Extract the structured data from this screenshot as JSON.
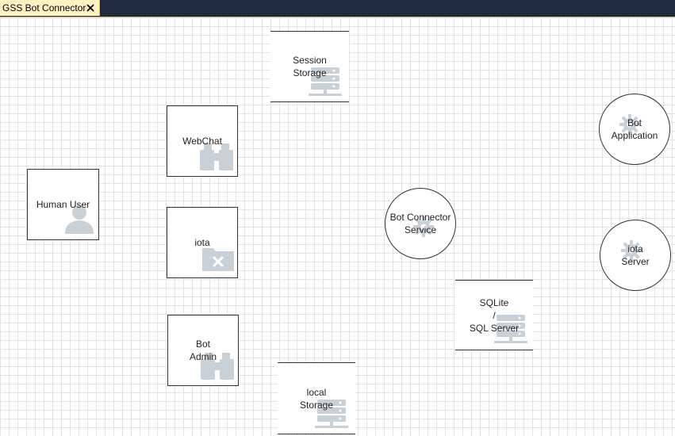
{
  "tab": {
    "title": "GSS Bot Connector",
    "close_icon": "close-icon"
  },
  "diagram": {
    "nodes": {
      "human_user": {
        "label": "Human User",
        "shape": "box",
        "icon": "user-icon"
      },
      "webchat": {
        "label": "WebChat",
        "shape": "box",
        "icon": "binoculars-icon"
      },
      "iota": {
        "label": "iota",
        "shape": "box",
        "icon": "folder-x-icon"
      },
      "bot_admin": {
        "label": "Bot\nAdmin",
        "shape": "box",
        "icon": "binoculars-icon"
      },
      "session_storage": {
        "label": "Session\nStorage",
        "shape": "datastore",
        "icon": "server-icon"
      },
      "local_storage": {
        "label": "local\nStorage",
        "shape": "datastore",
        "icon": "server-icon"
      },
      "bot_connector_service": {
        "label": "Bot Connector\nService",
        "shape": "process",
        "icon": "gear-icon"
      },
      "sqlite_sql_server": {
        "label": "SQLite\n/\nSQL Server",
        "shape": "datastore",
        "icon": "server-icon"
      },
      "bot_application": {
        "label": "Bot\nApplication",
        "shape": "process",
        "icon": "gear-icon"
      },
      "iota_server": {
        "label": "iota\nServer",
        "shape": "process",
        "icon": "gear-icon"
      }
    }
  },
  "colors": {
    "titlebar": "#1f2a3c",
    "tab_bg": "#fff3c4",
    "grid": "#e3e3e3",
    "icon_fill": "#c9d0d6"
  }
}
